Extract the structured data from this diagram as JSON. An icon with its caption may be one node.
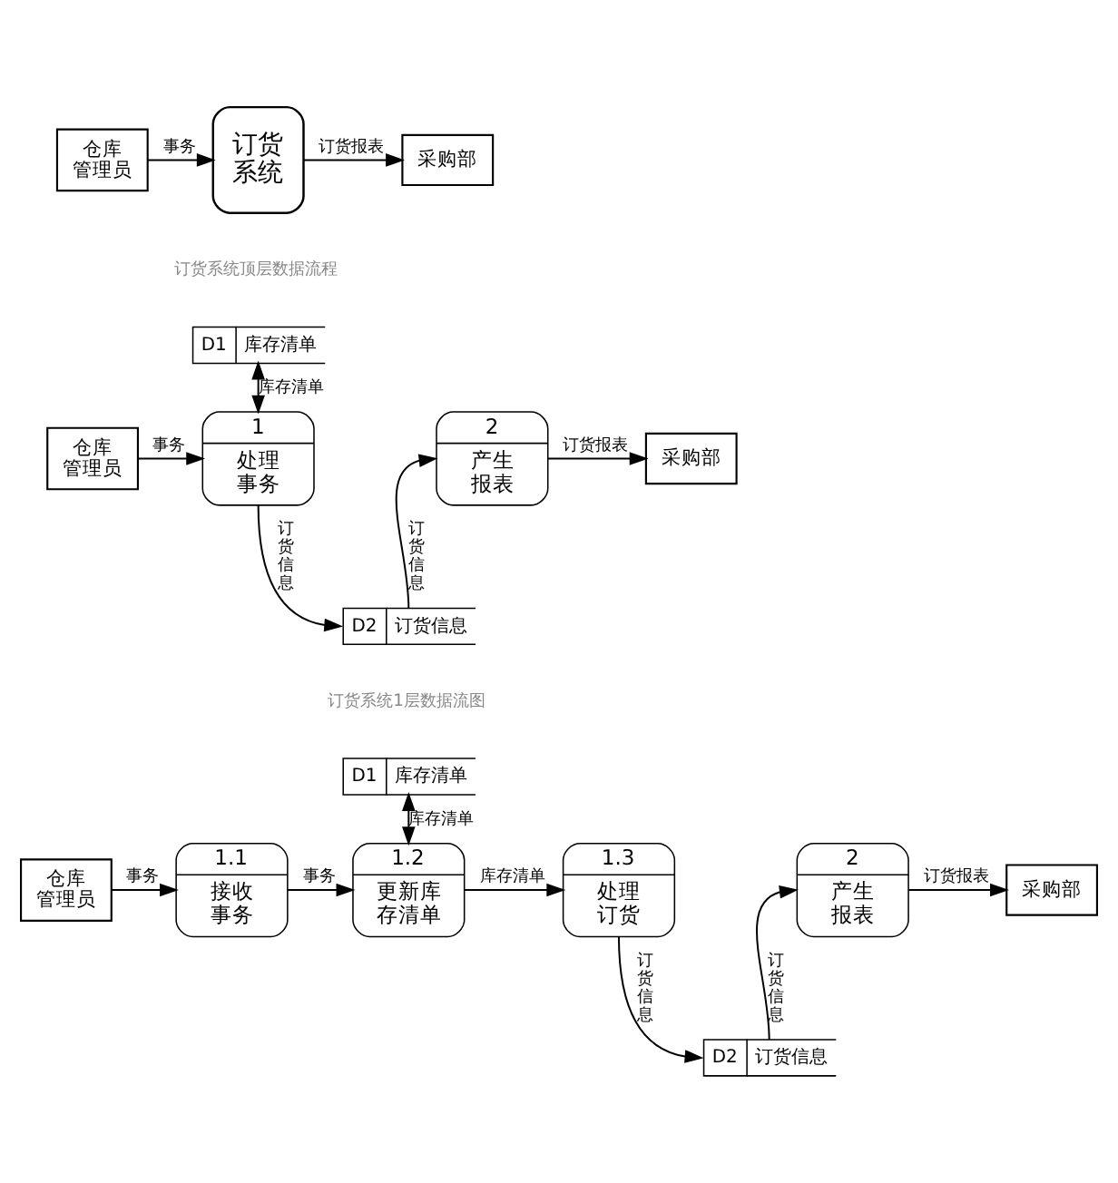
{
  "diagram": {
    "nodes": [
      {
        "text": [
          "仓库管理员"
        ]
      },
      {
        "text": [
          "订货系统"
        ]
      },
      {
        "text": [
          "采购部"
        ]
      },
      {
        "text": [
          "D1",
          "库存清单"
        ]
      },
      {
        "text": [
          "仓库管理员"
        ]
      },
      {
        "text": [
          "1",
          "处理事务"
        ]
      },
      {
        "text": [
          "2",
          "产生报表"
        ]
      },
      {
        "text": [
          "采购部"
        ]
      },
      {
        "text": [
          "D2",
          "订货信息"
        ]
      },
      {
        "text": [
          "D1",
          "库存清单"
        ]
      },
      {
        "text": [
          "仓库管理员"
        ]
      },
      {
        "text": [
          "1.1",
          "接收事务"
        ]
      },
      {
        "text": [
          "1.2",
          "更新库存清单"
        ]
      },
      {
        "text": [
          "1.3",
          "处理订货"
        ]
      },
      {
        "text": [
          "2",
          "产生报表"
        ]
      },
      {
        "text": [
          "采购部"
        ]
      },
      {
        "text": [
          "D2",
          "订货信息"
        ]
      }
    ],
    "edges": [
      {
        "from": 0,
        "to": 1,
        "arrow": "to",
        "label": "事务"
      },
      {
        "from": 1,
        "to": 2,
        "arrow": "to",
        "label": "订货报表"
      },
      {
        "from": 3,
        "to": 5,
        "arrow": "both",
        "label": "库存清单"
      },
      {
        "from": 4,
        "to": 5,
        "arrow": "to",
        "label": "事务"
      },
      {
        "from": 5,
        "to": 8,
        "arrow": "to",
        "label": "订货信息"
      },
      {
        "from": 8,
        "to": 6,
        "arrow": "to",
        "label": "订货信息"
      },
      {
        "from": 6,
        "to": 7,
        "arrow": "to",
        "label": "订货报表"
      },
      {
        "from": 10,
        "to": 11,
        "arrow": "to",
        "label": "事务"
      },
      {
        "from": 11,
        "to": 12,
        "arrow": "to",
        "label": "事务"
      },
      {
        "from": 9,
        "to": 12,
        "arrow": "both",
        "label": "库存清单"
      },
      {
        "from": 12,
        "to": 13,
        "arrow": "to",
        "label": "库存清单"
      },
      {
        "from": 13,
        "to": 16,
        "arrow": "to",
        "label": "订货信息"
      },
      {
        "from": 16,
        "to": 14,
        "arrow": "to",
        "label": "订货信息"
      },
      {
        "from": 14,
        "to": 15,
        "arrow": "to",
        "label": "订货报表"
      }
    ],
    "labels": [
      "订货系统顶层数据流程",
      "订货系统1层数据流图"
    ]
  }
}
